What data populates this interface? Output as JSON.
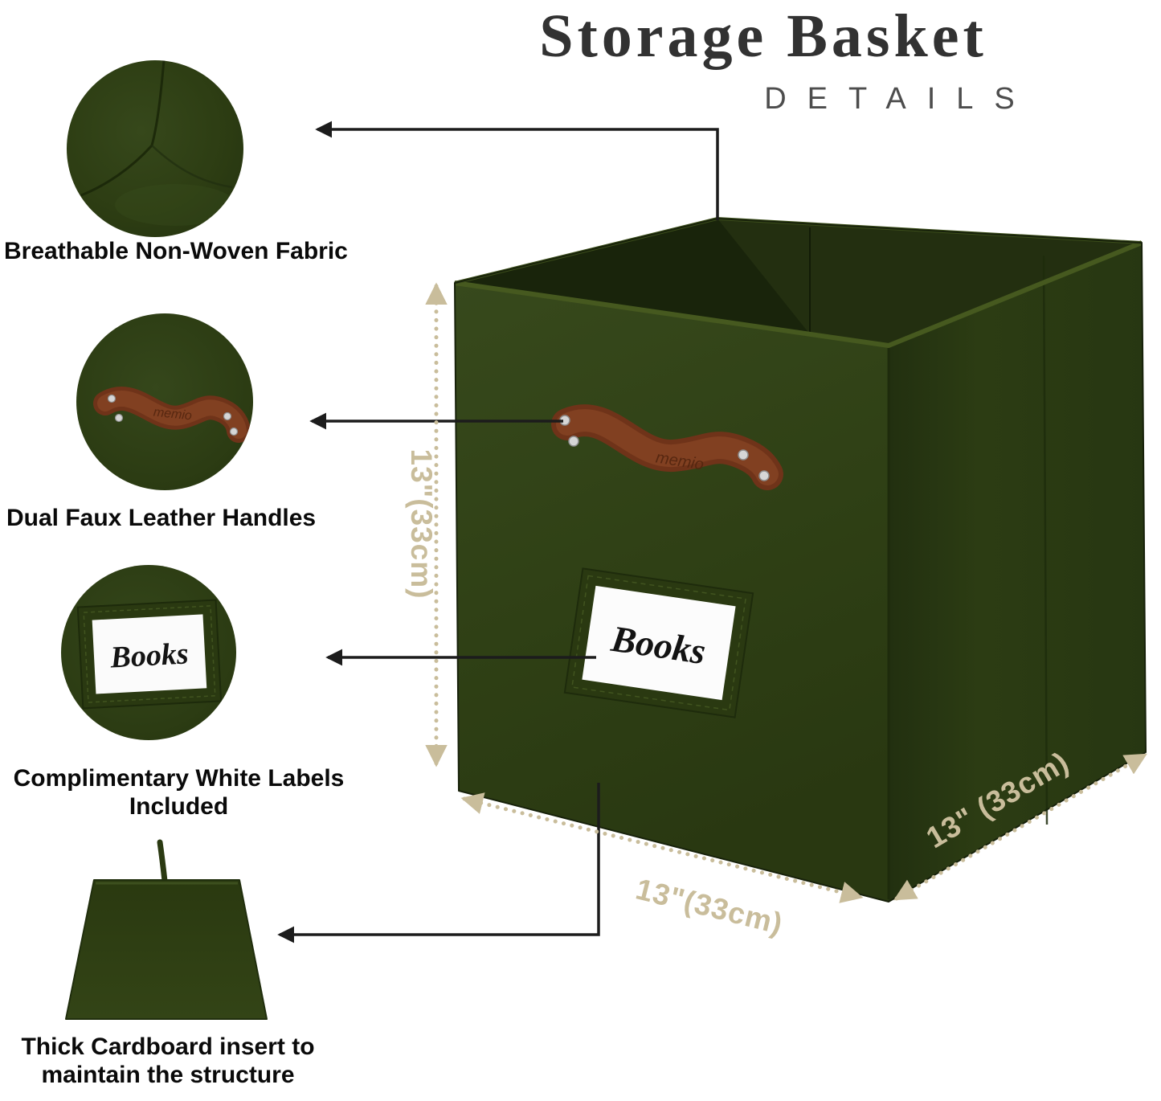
{
  "header": {
    "title": "Storage Basket",
    "subtitle": "DETAILS"
  },
  "callouts": {
    "fabric": {
      "label": "Breathable Non-Woven Fabric"
    },
    "handles": {
      "label": "Dual Faux Leather Handles"
    },
    "labels": {
      "label": "Complimentary White Labels Included"
    },
    "insert": {
      "label": "Thick Cardboard insert to maintain the structure"
    }
  },
  "basket": {
    "tag_text": "Books",
    "handle_brand": "memio"
  },
  "dimensions": {
    "height": "13\"(33cm)",
    "width": "13\"(33cm)",
    "depth": "13\" (33cm)"
  },
  "colors": {
    "basket_green": "#2f4015",
    "basket_interior": "#19240b",
    "handle_brown": "#7c3a1f",
    "label_white": "#fcfcfc",
    "dimension_tan": "#c9bd9b",
    "arrow_black": "#1c1c1c",
    "title_gray": "#323232"
  }
}
